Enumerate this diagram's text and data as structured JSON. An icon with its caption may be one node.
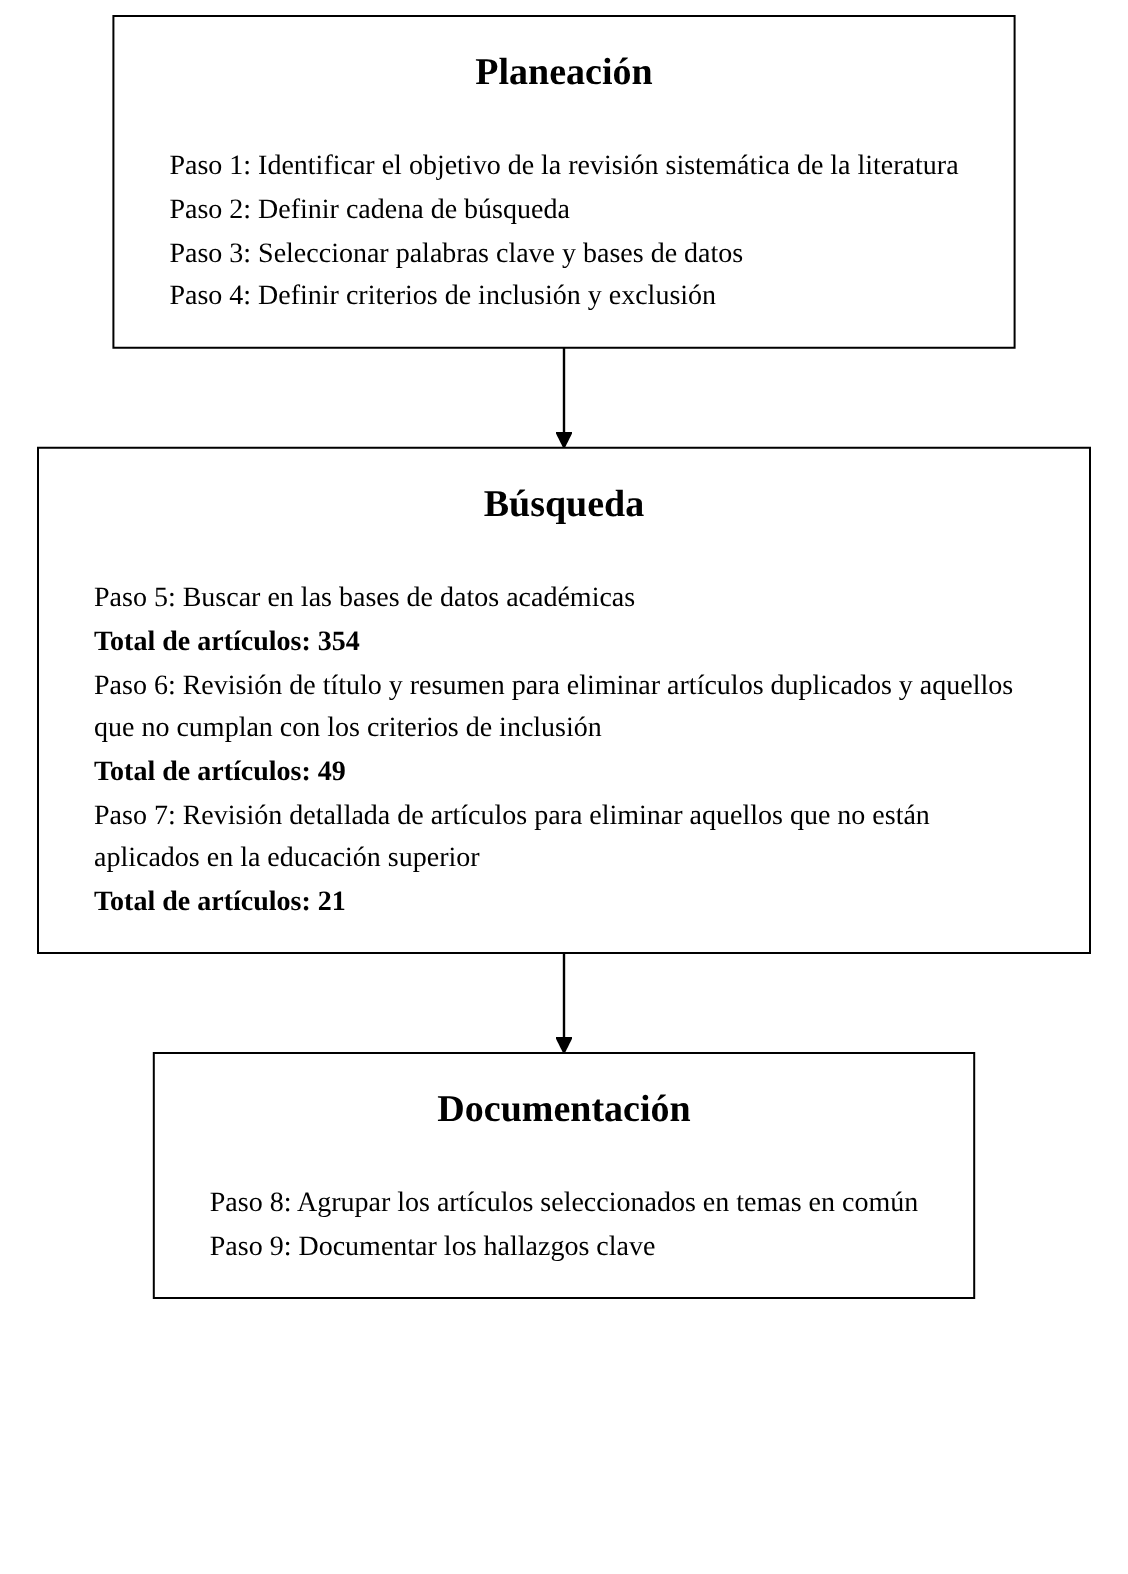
{
  "diagram": {
    "nodes": [
      {
        "text": [
          "Planeación",
          "Paso 1: Identificar el objetivo de la revisión sistemática de la literatura",
          "Paso 2: Definir cadena de búsqueda",
          "Paso 3: Seleccionar palabras clave y bases de datos",
          "Paso 4: Definir criterios de inclusión y exclusión"
        ]
      },
      {
        "text": [
          "Búsqueda",
          "Paso 5: Buscar en las bases de datos académicas",
          "Total de artículos: 354",
          "Paso 6: Revisión de título y resumen para eliminar artículos duplicados y aquellos que no cumplan con los criterios de inclusión",
          "Total de artículos: 49",
          "Paso 7: Revisión detallada de artículos para eliminar aquellos que no están aplicados en la educación superior",
          "Total de artículos: 21"
        ]
      },
      {
        "text": [
          "Documentación",
          "Paso 8: Agrupar los artículos seleccionados en temas en común",
          "Paso 9: Documentar los hallazgos clave"
        ]
      }
    ],
    "edges": [
      {
        "from": 0,
        "to": 1,
        "arrow": "to"
      },
      {
        "from": 1,
        "to": 2,
        "arrow": "to"
      }
    ]
  }
}
